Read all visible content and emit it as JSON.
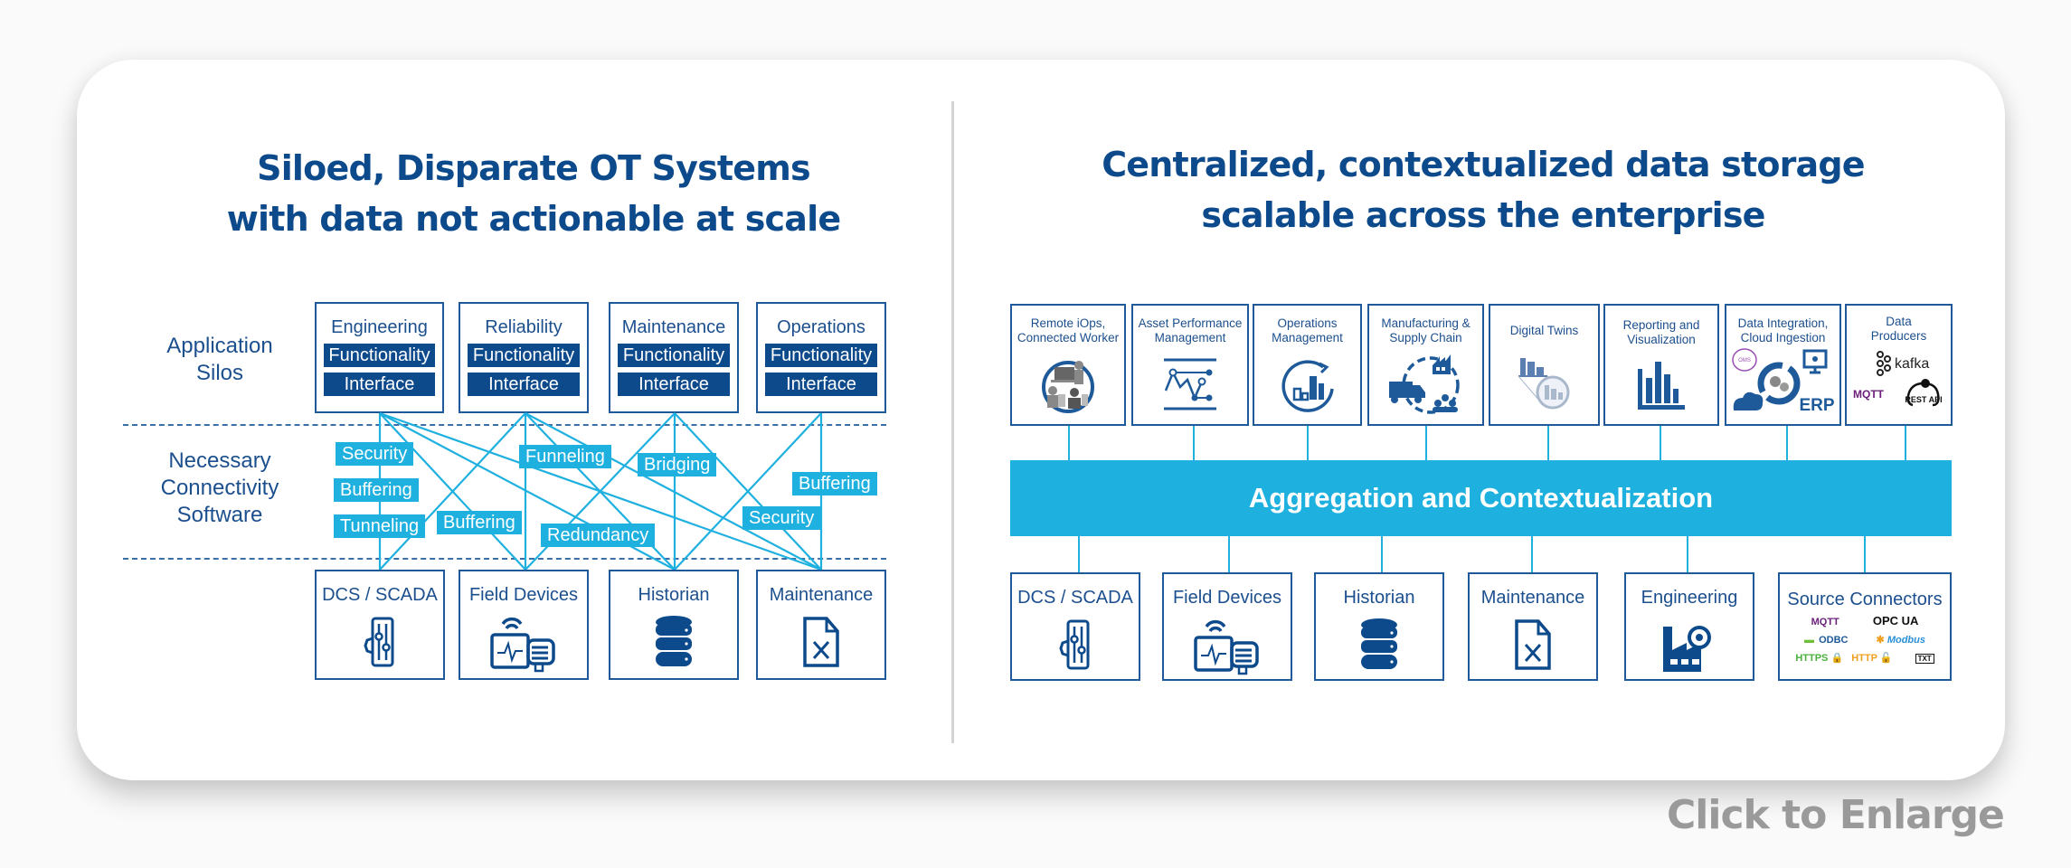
{
  "left_panel": {
    "title_line1": "Siloed, Disparate OT Systems",
    "title_line2": "with data not actionable at scale",
    "row_labels": {
      "application_silos": [
        "Application",
        "Silos"
      ],
      "connectivity": [
        "Necessary",
        "Connectivity",
        "Software"
      ]
    },
    "silos": [
      {
        "name": "Engineering",
        "functionality": "Functionality",
        "interface": "Interface"
      },
      {
        "name": "Reliability",
        "functionality": "Functionality",
        "interface": "Interface"
      },
      {
        "name": "Maintenance",
        "functionality": "Functionality",
        "interface": "Interface"
      },
      {
        "name": "Operations",
        "functionality": "Functionality",
        "interface": "Interface"
      }
    ],
    "connectivity_chips": [
      {
        "label": "Security"
      },
      {
        "label": "Buffering"
      },
      {
        "label": "Tunneling"
      },
      {
        "label": "Buffering"
      },
      {
        "label": "Funneling"
      },
      {
        "label": "Redundancy"
      },
      {
        "label": "Bridging"
      },
      {
        "label": "Security"
      },
      {
        "label": "Buffering"
      }
    ],
    "sources": [
      {
        "name": "DCS / SCADA",
        "icon": "control-panel-gear-icon"
      },
      {
        "name": "Field Devices",
        "icon": "motor-wireless-icon"
      },
      {
        "name": "Historian",
        "icon": "database-icon"
      },
      {
        "name": "Maintenance",
        "icon": "document-tools-icon"
      }
    ]
  },
  "right_panel": {
    "title_line1": "Centralized, contextualized data storage",
    "title_line2": "scalable across the enterprise",
    "applications": [
      {
        "line1": "Remote iOps,",
        "line2": "Connected Worker",
        "icon": "connected-worker-icon"
      },
      {
        "line1": "Asset Performance",
        "line2": "Management",
        "icon": "performance-chart-icon"
      },
      {
        "line1": "Operations",
        "line2": "Management",
        "icon": "operations-cycle-chart-icon"
      },
      {
        "line1": "Manufacturing &",
        "line2": "Supply Chain",
        "icon": "supply-chain-icon"
      },
      {
        "line1": "Digital Twins",
        "line2": "",
        "icon": "digital-twin-icon"
      },
      {
        "line1": "Reporting and",
        "line2": "Visualization",
        "icon": "bar-chart-icon"
      },
      {
        "line1": "Data Integration,",
        "line2": "Cloud Ingestion",
        "icon": "cloud-integration-icon",
        "logos": [
          "OMS",
          "ERP"
        ]
      },
      {
        "line1": "Data",
        "line2": "Producers",
        "icon": "data-producers-icon",
        "logos": [
          "kafka",
          "MQTT",
          "REST API"
        ]
      }
    ],
    "aggregation_label": "Aggregation and Contextualization",
    "sources": [
      {
        "name": "DCS / SCADA",
        "icon": "control-panel-gear-icon"
      },
      {
        "name": "Field Devices",
        "icon": "motor-wireless-icon"
      },
      {
        "name": "Historian",
        "icon": "database-icon"
      },
      {
        "name": "Maintenance",
        "icon": "document-tools-icon"
      },
      {
        "name": "Engineering",
        "icon": "factory-gear-icon"
      },
      {
        "name": "Source Connectors",
        "icon": "connector-logos-icon",
        "logos": [
          "MQTT",
          "OPC UA",
          "ODBC",
          "Modbus",
          "HTTPS",
          "HTTP",
          "TXT"
        ]
      }
    ]
  },
  "colors": {
    "navy": "#0d4a8c",
    "cyan": "#1eb0df",
    "box_border": "#1e5a99",
    "caption_gray": "#9a9a9a"
  },
  "footer": {
    "click_to_enlarge": "Click to Enlarge"
  }
}
